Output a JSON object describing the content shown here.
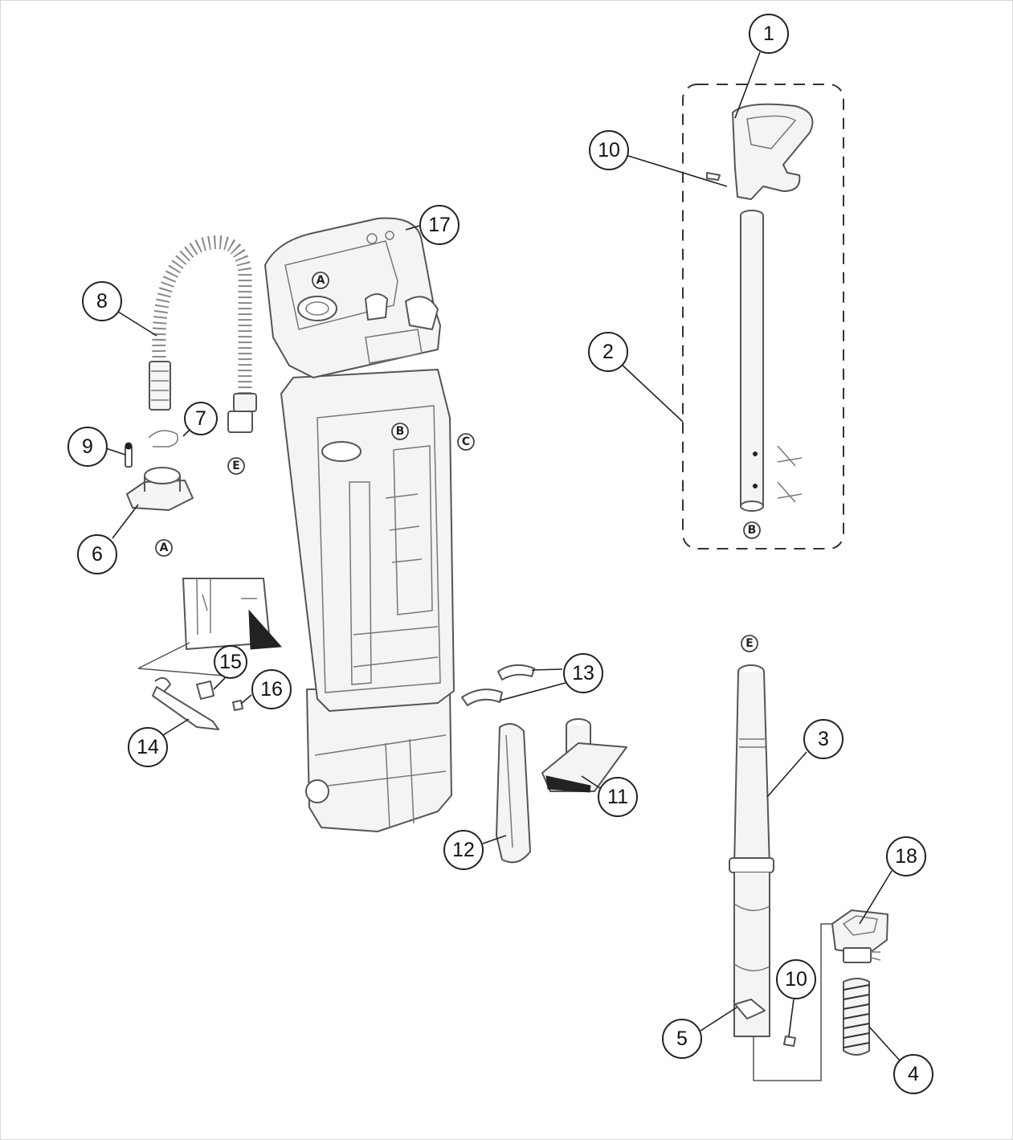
{
  "diagram": {
    "callouts": [
      {
        "id": "c1",
        "label": "1"
      },
      {
        "id": "c10a",
        "label": "10"
      },
      {
        "id": "c2",
        "label": "2"
      },
      {
        "id": "c17",
        "label": "17"
      },
      {
        "id": "c8",
        "label": "8"
      },
      {
        "id": "c7",
        "label": "7"
      },
      {
        "id": "c9",
        "label": "9"
      },
      {
        "id": "c6",
        "label": "6"
      },
      {
        "id": "c15",
        "label": "15"
      },
      {
        "id": "c16",
        "label": "16"
      },
      {
        "id": "c14",
        "label": "14"
      },
      {
        "id": "c13",
        "label": "13"
      },
      {
        "id": "c11",
        "label": "11"
      },
      {
        "id": "c12",
        "label": "12"
      },
      {
        "id": "c3",
        "label": "3"
      },
      {
        "id": "c18",
        "label": "18"
      },
      {
        "id": "c10b",
        "label": "10"
      },
      {
        "id": "c5",
        "label": "5"
      },
      {
        "id": "c4",
        "label": "4"
      }
    ],
    "connection_refs": [
      {
        "id": "r-a-body",
        "label": "A"
      },
      {
        "id": "r-b-body",
        "label": "B"
      },
      {
        "id": "r-c-body",
        "label": "C"
      },
      {
        "id": "r-e-hose",
        "label": "E"
      },
      {
        "id": "r-a-base",
        "label": "A"
      },
      {
        "id": "r-b-wand",
        "label": "B"
      },
      {
        "id": "r-e-tube",
        "label": "E"
      }
    ]
  }
}
